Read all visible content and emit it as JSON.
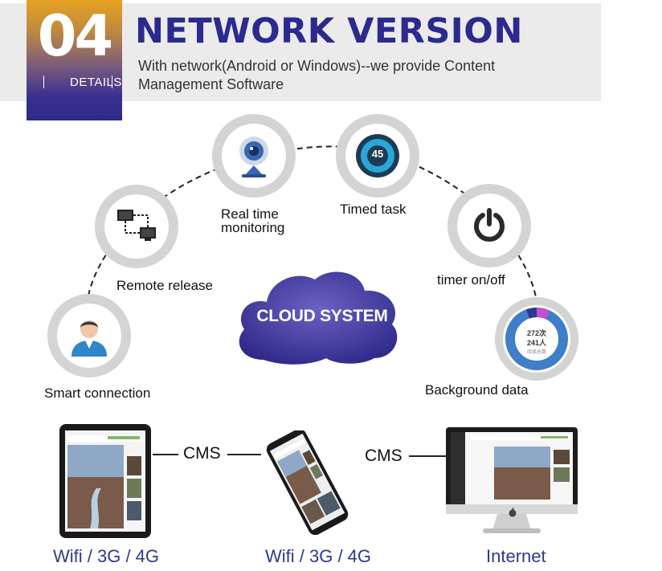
{
  "header": {
    "badge_number": "04",
    "badge_label": "DETAILS",
    "title": "NETWORK VERSION",
    "subtitle": "With network(Android or Windows)--we provide Content Management Software"
  },
  "features": {
    "smart_connection": "Smart connection",
    "remote_release": "Remote release",
    "real_time_line1": "Real time",
    "real_time_line2": "monitoring",
    "timed_task": "Timed task",
    "timer_on_off": "timer on/off",
    "background_data": "Background data"
  },
  "timer_value": "45",
  "donut": {
    "line1": "272次",
    "line2": "241人",
    "line3": "阅读总数"
  },
  "cloud_label": "CLOUD SYSTEM",
  "devices": {
    "cms_left": "CMS",
    "cms_right": "CMS",
    "tablet_conn": "Wifi / 3G / 4G",
    "phone_conn": "Wifi / 3G / 4G",
    "monitor_conn": "Internet"
  },
  "colors": {
    "title": "#2c2a8e",
    "cloud": "#3b3596",
    "connection_text": "#2d3a8c",
    "node_ring": "#d4d4d4"
  },
  "icons": [
    "user-icon",
    "network-icon",
    "webcam-icon",
    "timer-icon",
    "power-icon",
    "donut-chart-icon",
    "apple-logo-icon"
  ]
}
